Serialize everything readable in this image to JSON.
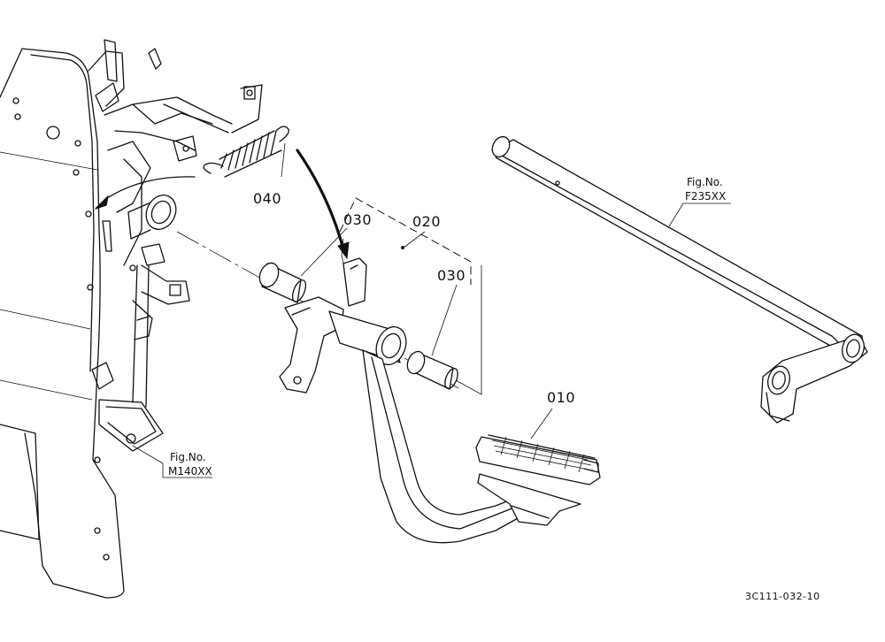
{
  "parts": [
    {
      "callout": "010"
    },
    {
      "callout": "020"
    },
    {
      "callout": "030"
    },
    {
      "callout": "030"
    },
    {
      "callout": "040"
    }
  ],
  "figure_refs": [
    {
      "line1": "Fig.No.",
      "line2": "F235XX"
    },
    {
      "line1": "Fig.No.",
      "line2": "M140XX"
    }
  ],
  "drawing_number": "3C111-032-10"
}
